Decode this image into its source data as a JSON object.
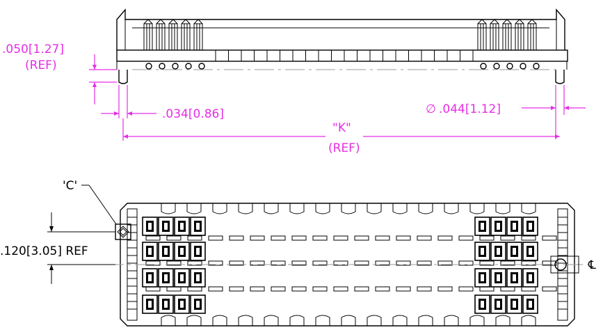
{
  "dimensions": {
    "lead_height": {
      "line1": ".050[1.27]",
      "line2": "(REF)"
    },
    "lead_width": ".034[0.86]",
    "post_diameter": {
      "symbol": "∅",
      "value": ".044[1.12]"
    },
    "length_k": {
      "line1": "\"K\"",
      "line2": "(REF)"
    },
    "row_pitch": ".120[3.05]  REF"
  },
  "callouts": {
    "feature_c": "'C'",
    "centerline_symbol": "℄"
  },
  "colors": {
    "dimension": "#e62ee6",
    "outline": "#000000",
    "centerline": "#999999"
  }
}
